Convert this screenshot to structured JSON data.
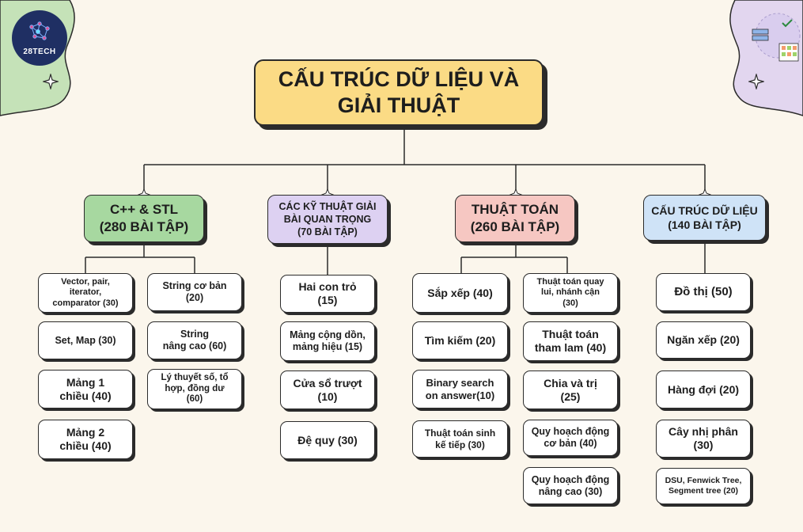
{
  "logo": {
    "label": "28TECH"
  },
  "title": "CẤU TRÚC DỮ LIỆU VÀ\nGIẢI THUẬT",
  "colors": {
    "title_fill": "#fbdb85",
    "stl_fill": "#a7d8a0",
    "techniques_fill": "#ddd1f2",
    "algorithms_fill": "#f6c7c2",
    "ds_fill": "#cfe3f7",
    "corner_left": "#c5e2b8",
    "corner_right": "#e2d6ef"
  },
  "categories": {
    "stl": {
      "label": "C++ & STL\n(280 BÀI TẬP)",
      "items": [
        "Vector, pair,\niterator,\ncomparator (30)",
        "Set, Map (30)",
        "Mảng 1\nchiều (40)",
        "Mảng 2\nchiều (40)",
        "String cơ bản\n(20)",
        "String\nnâng cao (60)",
        "Lý thuyết số, tổ\nhợp, đồng dư\n(60)"
      ]
    },
    "techniques": {
      "label": "CÁC KỸ THUẬT GIẢI\nBÀI QUAN TRỌNG\n(70 BÀI TẬP)",
      "items": [
        "Hai con trỏ\n(15)",
        "Mảng cộng dồn,\nmảng hiệu (15)",
        "Cửa sổ trượt\n(10)",
        "Đệ quy (30)"
      ]
    },
    "algorithms": {
      "label": "THUẬT TOÁN\n(260 BÀI TẬP)",
      "items": [
        "Sắp xếp (40)",
        "Tìm kiếm (20)",
        "Binary search\non answer(10)",
        "Thuật toán sinh\nkế tiếp (30)",
        "Thuật toán quay\nlui, nhánh cận\n(30)",
        "Thuật toán\ntham lam (40)",
        "Chia và trị\n(25)",
        "Quy hoạch động\ncơ bản (40)",
        "Quy hoạch động\nnâng cao (30)"
      ]
    },
    "ds": {
      "label": "CẤU TRÚC DỮ LIỆU\n(140 BÀI TẬP)",
      "items": [
        "Đồ thị (50)",
        "Ngăn xếp (20)",
        "Hàng đợi (20)",
        "Cây nhị phân\n(30)",
        "DSU, Fenwick Tree,\nSegment tree (20)"
      ]
    }
  }
}
